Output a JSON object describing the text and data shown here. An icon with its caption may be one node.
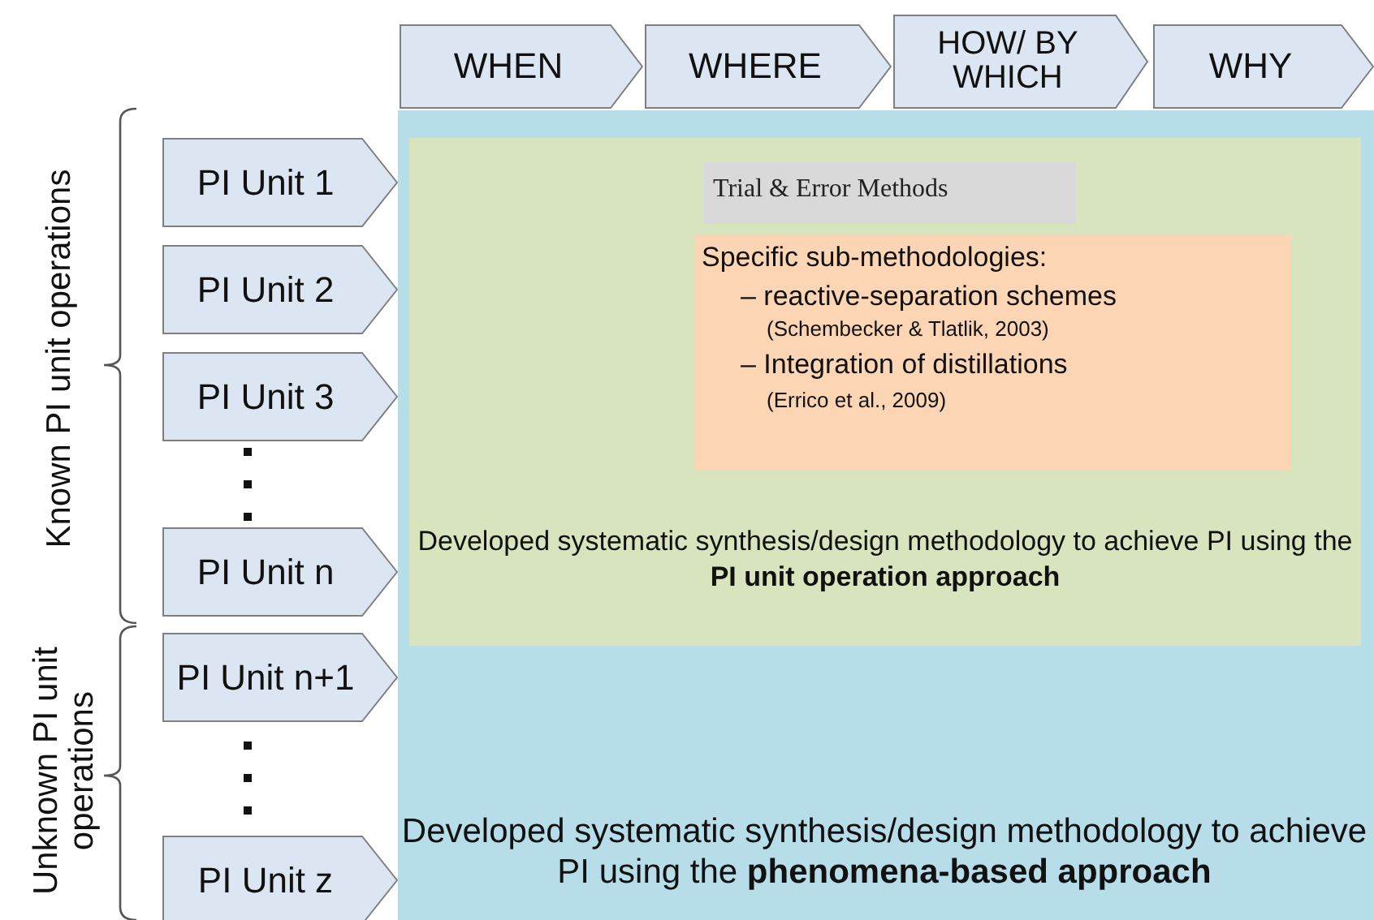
{
  "diagram": {
    "nodes": [
      {
        "text": [
          "WHEN"
        ]
      },
      {
        "text": [
          "WHERE"
        ]
      },
      {
        "text": [
          "HOW/ BY WHICH"
        ]
      },
      {
        "text": [
          "WHY"
        ]
      },
      {
        "text": [
          "PI Unit 1"
        ]
      },
      {
        "text": [
          "PI Unit 2"
        ]
      },
      {
        "text": [
          "PI Unit 3"
        ]
      },
      {
        "text": [
          "PI Unit n"
        ]
      },
      {
        "text": [
          "PI Unit n+1"
        ]
      },
      {
        "text": [
          "PI Unit z"
        ]
      },
      {
        "text": [
          "Developed systematic synthesis/design methodology to achieve PI using the **phenomena-based approach**"
        ]
      },
      {
        "text": [
          "Developed systematic synthesis/design methodology to achieve PI using the **PI unit operation approach**"
        ],
        "in": 10
      },
      {
        "text": [
          "Trial & Error Methods"
        ],
        "in": 11
      },
      {
        "text": [
          "Specific sub-methodologies:",
          "– reactive-separation schemes",
          "(Schembecker & Tlatlik, 2003)",
          "– Integration of distillations",
          "(Errico et al., 2009)"
        ],
        "in": 11
      }
    ],
    "edges": [],
    "labels": [
      "Known PI unit operations",
      "Unknown PI unit operations"
    ]
  }
}
